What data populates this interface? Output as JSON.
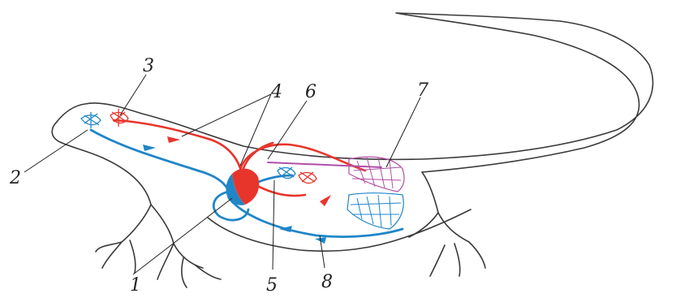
{
  "colors": {
    "outline": "#3a3a3a",
    "arterial": "#e8352b",
    "venous": "#1f86c8",
    "mixed": "#b04fa6"
  },
  "labels": {
    "n1": "1",
    "n2": "2",
    "n3": "3",
    "n4": "4",
    "n5": "5",
    "n6": "6",
    "n7": "7",
    "n8": "8"
  }
}
